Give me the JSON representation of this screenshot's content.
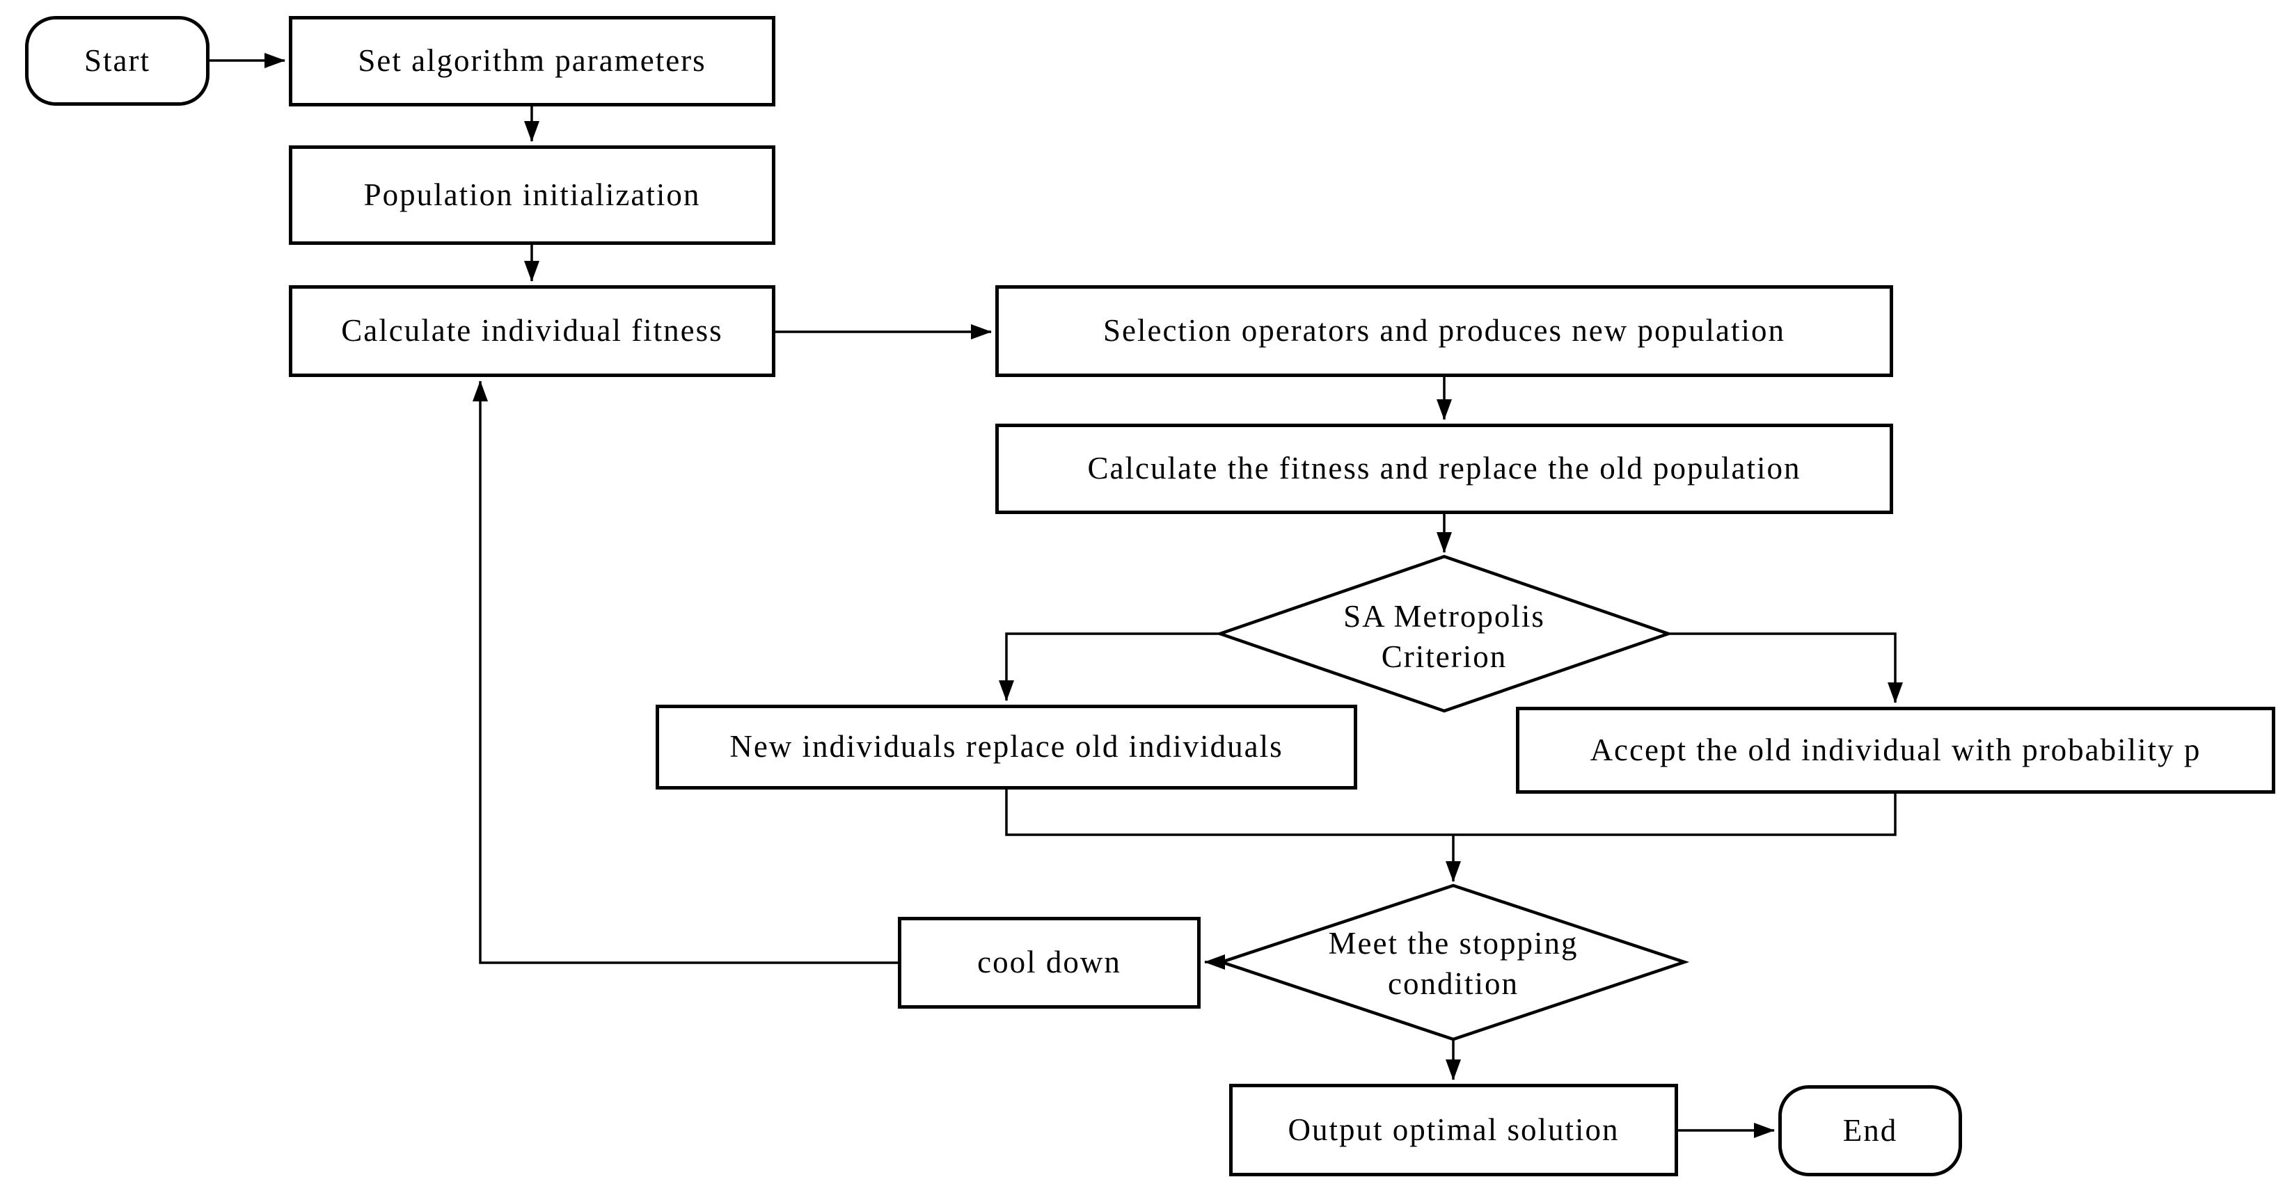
{
  "diagram": {
    "type": "flowchart",
    "colors": {
      "ink": "#000000",
      "paper": "#ffffff"
    },
    "nodes": {
      "start": {
        "label": "Start",
        "shape": "rounded-terminal"
      },
      "set_params": {
        "label": "Set algorithm parameters",
        "shape": "process"
      },
      "pop_init": {
        "label": "Population initialization",
        "shape": "process"
      },
      "calc_fitness": {
        "label": "Calculate individual fitness",
        "shape": "process"
      },
      "selection": {
        "label": "Selection operators and produces new population",
        "shape": "process"
      },
      "calc_replace": {
        "label": "Calculate the fitness and replace the old population",
        "shape": "process"
      },
      "sa_criterion": {
        "line1": "SA Metropolis",
        "line2": "Criterion",
        "shape": "decision"
      },
      "new_replace_old": {
        "label": "New individuals replace old individuals",
        "shape": "process"
      },
      "accept_old": {
        "label": "Accept the old individual with probability p",
        "shape": "process"
      },
      "stopping": {
        "line1": "Meet the stopping",
        "line2": "condition",
        "shape": "decision"
      },
      "cool_down": {
        "label": "cool down",
        "shape": "process"
      },
      "output": {
        "label": "Output optimal solution",
        "shape": "process"
      },
      "end": {
        "label": "End",
        "shape": "rounded-terminal"
      }
    }
  }
}
